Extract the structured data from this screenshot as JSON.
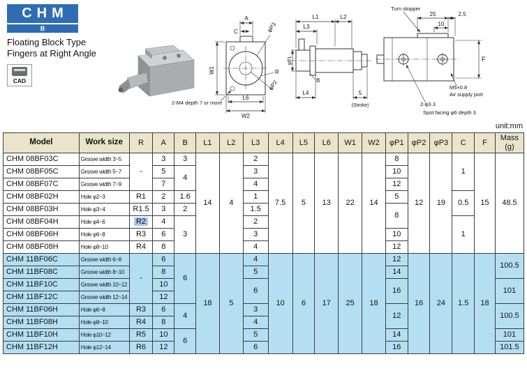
{
  "colors": {
    "accent_blue": "#2e6db4",
    "header_bg": "#e9e4cb",
    "series11_bg": "#b4dff2",
    "selection_bg": "#a4c8ee"
  },
  "header": {
    "product_code": "CHM",
    "product_code_sub": "B",
    "title_line1": "Floating Block Type",
    "title_line2": "Fingers at Right Angle",
    "cad_label": "CAD"
  },
  "drawings": {
    "front_view": {
      "dim_a": "A",
      "dim_c": "C",
      "dim_p3": "φP3",
      "dim_w1": "W1",
      "dim_r": "R",
      "dim_p2": "φP2",
      "dim_l6": "L6",
      "dim_w2": "W2",
      "m4_note": "2-M4 depth 7 or more"
    },
    "side_view": {
      "dim_l1": "L1",
      "dim_l2": "L2",
      "dim_l3": "L3",
      "dim_p1": "φP1",
      "dim_b": "B",
      "dim_l4": "L4",
      "dim_stroke": "5",
      "stroke_label": "(Stroke)"
    },
    "top_view": {
      "turn_stopper_note": "Turn stopper",
      "dim_25": "25",
      "dim_2_5": "2.5",
      "dim_10": "10",
      "dim_f": "F",
      "thread_note": "M5×0.8",
      "air_port_note": "Air supply port",
      "holes_note": "2-φ3.3",
      "spot_facing_note": "Spot facing φ6 depth 3"
    }
  },
  "table": {
    "unit_label": "unit:mm",
    "columns": [
      "Model",
      "Work size",
      "R",
      "A",
      "B",
      "L1",
      "L2",
      "L3",
      "L4",
      "L5",
      "L6",
      "W1",
      "W2",
      "φP1",
      "φP2",
      "φP3",
      "C",
      "F",
      "Mass\n(g)"
    ],
    "rows": [
      {
        "series": "08",
        "cells": [
          {
            "v": "CHM 08BF03C"
          },
          {
            "v": "Groove width 3~5"
          },
          {
            "v": "-",
            "rs": 3
          },
          {
            "v": "3"
          },
          {
            "v": "3"
          },
          {
            "v": "14",
            "rs": 8
          },
          {
            "v": "4",
            "rs": 8
          },
          {
            "v": "2"
          },
          {
            "v": "7.5",
            "rs": 8
          },
          {
            "v": "5",
            "rs": 8
          },
          {
            "v": "13",
            "rs": 8
          },
          {
            "v": "22",
            "rs": 8
          },
          {
            "v": "14",
            "rs": 8
          },
          {
            "v": "8"
          },
          {
            "v": "12",
            "rs": 8
          },
          {
            "v": "19",
            "rs": 8
          },
          {
            "v": "1",
            "rs": 3
          },
          {
            "v": "15",
            "rs": 8
          },
          {
            "v": "48.5",
            "rs": 8
          }
        ]
      },
      {
        "series": "08",
        "cells": [
          {
            "v": "CHM 08BF05C"
          },
          {
            "v": "Groove width 5~7"
          },
          {
            "v": "5"
          },
          {
            "v": "4",
            "rs": 2
          },
          {
            "v": "3"
          },
          {
            "v": "10"
          }
        ]
      },
      {
        "series": "08",
        "cells": [
          {
            "v": "CHM 08BF07C"
          },
          {
            "v": "Groove width 7~9"
          },
          {
            "v": "7"
          },
          {
            "v": "4"
          },
          {
            "v": "12"
          }
        ]
      },
      {
        "series": "08",
        "cells": [
          {
            "v": "CHM 08BF02H"
          },
          {
            "v": "Hole φ2~3"
          },
          {
            "v": "R1"
          },
          {
            "v": "2"
          },
          {
            "v": "1.6"
          },
          {
            "v": "1"
          },
          {
            "v": "5"
          },
          {
            "v": "0.5",
            "rs": 2
          }
        ]
      },
      {
        "series": "08",
        "cells": [
          {
            "v": "CHM 08BF03H"
          },
          {
            "v": "Hole φ3~4"
          },
          {
            "v": "R1.5"
          },
          {
            "v": "3"
          },
          {
            "v": "2"
          },
          {
            "v": "1.5"
          },
          {
            "v": "8",
            "rs": 2
          }
        ]
      },
      {
        "series": "08",
        "cells": [
          {
            "v": "CHM 08BF04H"
          },
          {
            "v": "Hole φ4~6"
          },
          {
            "v": "R2",
            "hl": true
          },
          {
            "v": "4"
          },
          {
            "v": "3",
            "rs": 3
          },
          {
            "v": "2"
          },
          {
            "v": "1",
            "rs": 3
          }
        ]
      },
      {
        "series": "08",
        "cells": [
          {
            "v": "CHM 08BF06H"
          },
          {
            "v": "Hole φ6~8"
          },
          {
            "v": "R3"
          },
          {
            "v": "6"
          },
          {
            "v": "3"
          },
          {
            "v": "10"
          }
        ]
      },
      {
        "series": "08",
        "cells": [
          {
            "v": "CHM 08BF08H"
          },
          {
            "v": "Hole φ8~10"
          },
          {
            "v": "R4"
          },
          {
            "v": "8"
          },
          {
            "v": "4"
          },
          {
            "v": "12"
          }
        ]
      },
      {
        "series": "11",
        "cells": [
          {
            "v": "CHM 11BF06C"
          },
          {
            "v": "Groove width 6~8"
          },
          {
            "v": "-",
            "rs": 4
          },
          {
            "v": "6"
          },
          {
            "v": "6",
            "rs": 4
          },
          {
            "v": "18",
            "rs": 8
          },
          {
            "v": "5",
            "rs": 8
          },
          {
            "v": "4"
          },
          {
            "v": "10",
            "rs": 8
          },
          {
            "v": "6",
            "rs": 8
          },
          {
            "v": "17",
            "rs": 8
          },
          {
            "v": "25",
            "rs": 8
          },
          {
            "v": "18",
            "rs": 8
          },
          {
            "v": "12"
          },
          {
            "v": "16",
            "rs": 8
          },
          {
            "v": "24",
            "rs": 8
          },
          {
            "v": "1.5",
            "rs": 8
          },
          {
            "v": "18",
            "rs": 8
          },
          {
            "v": "100.5",
            "rs": 2
          }
        ]
      },
      {
        "series": "11",
        "cells": [
          {
            "v": "CHM 11BF08C"
          },
          {
            "v": "Groove width 8~10"
          },
          {
            "v": "8"
          },
          {
            "v": "5"
          },
          {
            "v": "14"
          }
        ]
      },
      {
        "series": "11",
        "cells": [
          {
            "v": "CHM 11BF10C"
          },
          {
            "v": "Groove width 10~12"
          },
          {
            "v": "10"
          },
          {
            "v": "6",
            "rs": 2
          },
          {
            "v": "16",
            "rs": 2
          },
          {
            "v": "101",
            "rs": 2
          }
        ]
      },
      {
        "series": "11",
        "cells": [
          {
            "v": "CHM 11BF12C"
          },
          {
            "v": "Groove width 12~14"
          },
          {
            "v": "12"
          }
        ]
      },
      {
        "series": "11",
        "cells": [
          {
            "v": "CHM 11BF06H"
          },
          {
            "v": "Hole φ6~8"
          },
          {
            "v": "R3"
          },
          {
            "v": "6"
          },
          {
            "v": "4",
            "rs": 2
          },
          {
            "v": "3"
          },
          {
            "v": "12",
            "rs": 2
          },
          {
            "v": "100.5",
            "rs": 2
          }
        ]
      },
      {
        "series": "11",
        "cells": [
          {
            "v": "CHM 11BF08H"
          },
          {
            "v": "Hole φ8~10"
          },
          {
            "v": "R4"
          },
          {
            "v": "8"
          },
          {
            "v": "4"
          }
        ]
      },
      {
        "series": "11",
        "cells": [
          {
            "v": "CHM 11BF10H"
          },
          {
            "v": "Hole φ10~12"
          },
          {
            "v": "R5"
          },
          {
            "v": "10"
          },
          {
            "v": "6",
            "rs": 2
          },
          {
            "v": "5"
          },
          {
            "v": "14"
          },
          {
            "v": "101"
          }
        ]
      },
      {
        "series": "11",
        "cells": [
          {
            "v": "CHM 11BF12H"
          },
          {
            "v": "Hole φ12~14"
          },
          {
            "v": "R6"
          },
          {
            "v": "12"
          },
          {
            "v": "6"
          },
          {
            "v": "16"
          },
          {
            "v": "101.5"
          }
        ]
      }
    ]
  }
}
